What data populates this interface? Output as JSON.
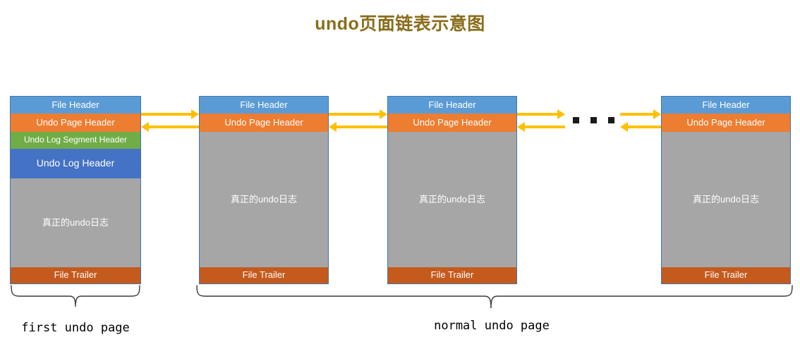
{
  "title": "undo页面链表示意图",
  "colors": {
    "title": "#8a6d1b",
    "file_header": "#5b9bd5",
    "undo_page_header": "#ed7d31",
    "undo_log_segment_header": "#70ad47",
    "undo_log_header": "#4472c4",
    "page_body": "#a6a6a6",
    "file_trailer": "#c55a1d",
    "arrow": "#ffc000",
    "block_border": "#3f78b0",
    "dots": "#1a1a1a"
  },
  "blocks": [
    {
      "id": "first-undo-page",
      "segments": [
        {
          "name": "file-header",
          "label": "File Header"
        },
        {
          "name": "undo-page-header",
          "label": "Undo Page Header"
        },
        {
          "name": "undo-log-segment-header",
          "label": "Undo Log Segment Header"
        },
        {
          "name": "undo-log-header",
          "label": "Undo Log Header"
        },
        {
          "name": "page-body",
          "label": "真正的undo日志"
        },
        {
          "name": "file-trailer",
          "label": "File Trailer"
        }
      ]
    },
    {
      "id": "normal-undo-page-1",
      "segments": [
        {
          "name": "file-header",
          "label": "File Header"
        },
        {
          "name": "undo-page-header",
          "label": "Undo Page Header"
        },
        {
          "name": "page-body",
          "label": "真正的undo日志"
        },
        {
          "name": "file-trailer",
          "label": "File Trailer"
        }
      ]
    },
    {
      "id": "normal-undo-page-2",
      "segments": [
        {
          "name": "file-header",
          "label": "File Header"
        },
        {
          "name": "undo-page-header",
          "label": "Undo Page Header"
        },
        {
          "name": "page-body",
          "label": "真正的undo日志"
        },
        {
          "name": "file-trailer",
          "label": "File Trailer"
        }
      ]
    },
    {
      "id": "normal-undo-page-n",
      "segments": [
        {
          "name": "file-header",
          "label": "File Header"
        },
        {
          "name": "undo-page-header",
          "label": "Undo Page Header"
        },
        {
          "name": "page-body",
          "label": "真正的undo日志"
        },
        {
          "name": "file-trailer",
          "label": "File Trailer"
        }
      ]
    }
  ],
  "brackets": [
    {
      "id": "first",
      "label": "first undo page"
    },
    {
      "id": "normal",
      "label": "normal undo page"
    }
  ],
  "ellipsis": {
    "dot_count": 3
  }
}
